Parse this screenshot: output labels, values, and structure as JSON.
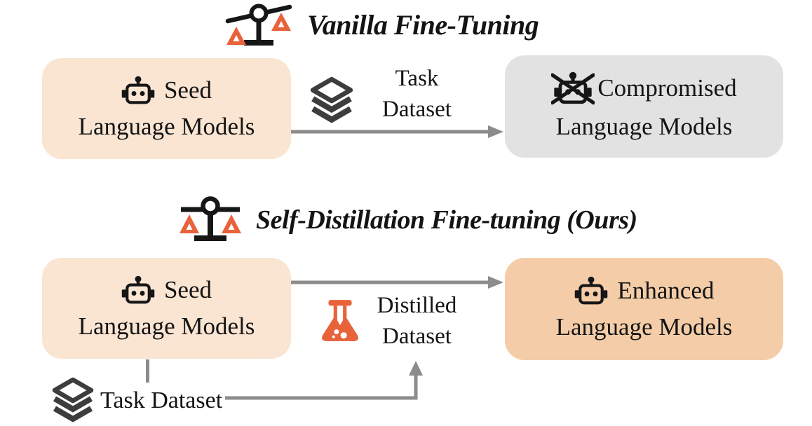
{
  "colors": {
    "background": "#ffffff",
    "text": "#141414",
    "seed_box_bg": "#f9e5d2",
    "enhanced_box_bg": "#f4cda8",
    "compromised_box_bg": "#e2e2e2",
    "arrow": "#8c8c8c",
    "icon_dark": "#3d3d3d",
    "accent_orange": "#e8623a",
    "scale_black": "#161616"
  },
  "icons": {
    "unbalanced_scale": "unbalanced-scale-icon",
    "balanced_scale": "balanced-scale-icon",
    "robot": "robot-icon",
    "crossed_robot": "crossed-robot-icon",
    "layers": "layers-icon",
    "flask": "flask-icon"
  },
  "vanilla": {
    "title": "Vanilla Fine-Tuning",
    "seed_box": {
      "line1": "Seed",
      "line2": "Language Models"
    },
    "task_dataset": {
      "line1": "Task",
      "line2": "Dataset"
    },
    "compromised_box": {
      "line1": "Compromised",
      "line2": "Language Models"
    }
  },
  "sdft": {
    "title": "Self-Distillation Fine-tuning (Ours)",
    "seed_box": {
      "line1": "Seed",
      "line2": "Language Models"
    },
    "distilled_dataset": {
      "line1": "Distilled",
      "line2": "Dataset"
    },
    "enhanced_box": {
      "line1": "Enhanced",
      "line2": "Language Models"
    },
    "task_dataset": {
      "label": "Task Dataset"
    }
  }
}
